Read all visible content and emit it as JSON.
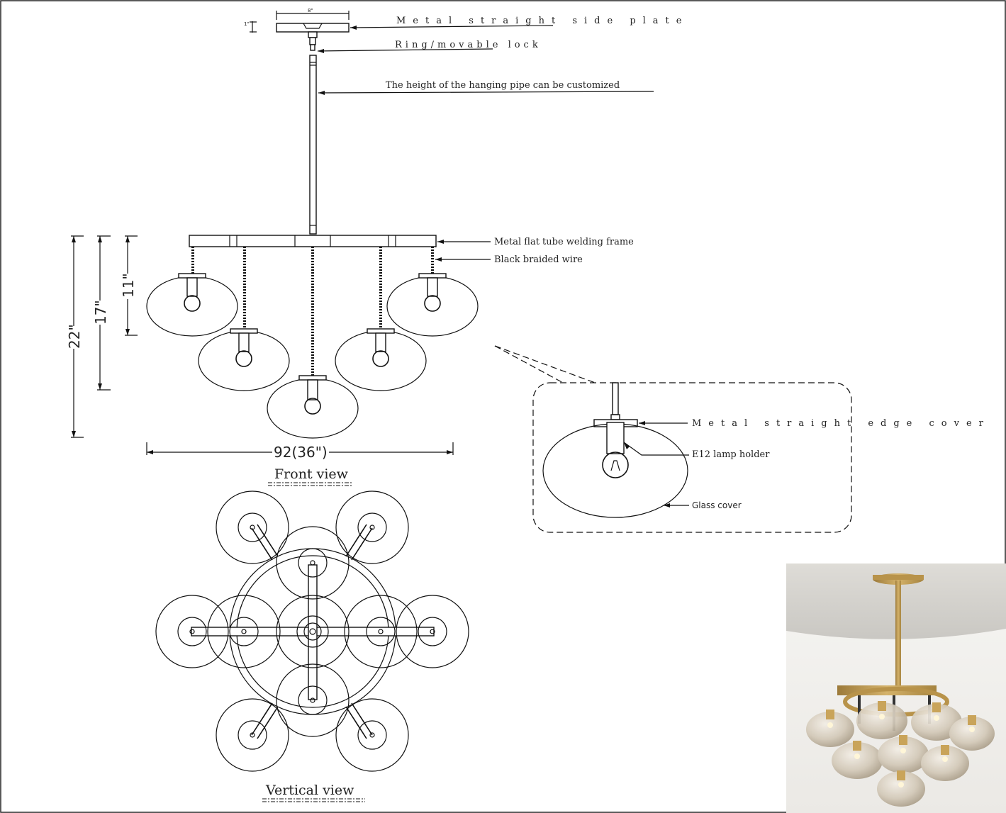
{
  "labels": {
    "side_plate": "Metal straight side plate",
    "ring_lock": "Ring/movable lock",
    "hanging_pipe": "The height of the hanging pipe can be customized",
    "frame": "Metal flat tube welding frame",
    "wire": "Black braided wire",
    "edge_cover": "Metal straight edge cover",
    "lamp_holder": "E12 lamp holder",
    "glass_cover": "Glass cover"
  },
  "dimensions": {
    "plate_width": "8\"",
    "plate_height": "1\"",
    "h22": "22\"",
    "h17": "17\"",
    "h11": "11\"",
    "width": "92(36\")"
  },
  "views": {
    "front": "Front view",
    "vertical": "Vertical view"
  },
  "colors": {
    "line": "#111111",
    "brass": "#b8934a",
    "ceiling": "#e6e4df",
    "glass": "#d9d1c4"
  },
  "photo": {
    "subject": "brass-chandelier-photo"
  }
}
